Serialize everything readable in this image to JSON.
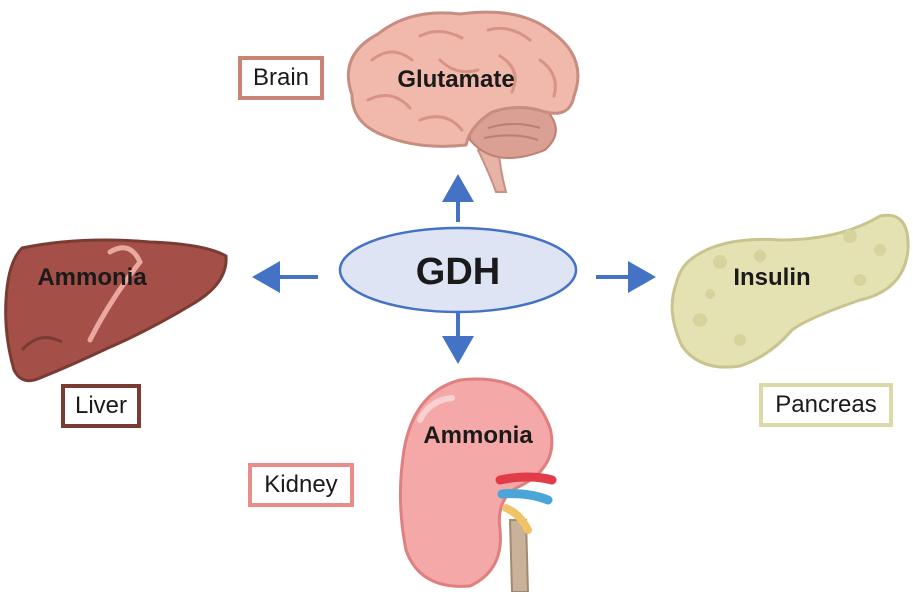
{
  "center": {
    "label": "GDH"
  },
  "organs": {
    "brain": {
      "name": "Brain",
      "product": "Glutamate",
      "color": "#c98476"
    },
    "liver": {
      "name": "Liver",
      "product": "Ammonia",
      "color": "#7a3b33"
    },
    "pancreas": {
      "name": "Pancreas",
      "product": "Insulin",
      "color": "#dcd8a8"
    },
    "kidney": {
      "name": "Kidney",
      "product": "Ammonia",
      "color": "#e98c8a"
    }
  },
  "colors": {
    "arrow": "#4472c4",
    "ellipse_fill": "#dfe4f4",
    "ellipse_stroke": "#4472c4"
  }
}
